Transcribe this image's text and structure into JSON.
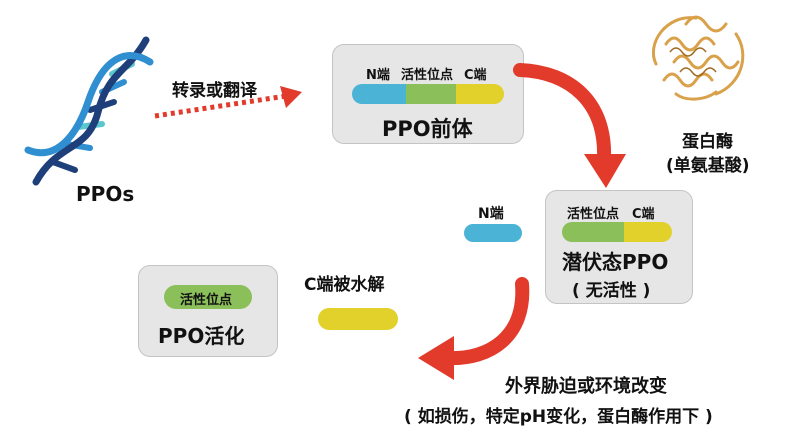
{
  "dna": {
    "label": "PPOs"
  },
  "step_transcription": {
    "label": "转录或翻译"
  },
  "precursor": {
    "n_label": "N端",
    "active_label": "活性位点",
    "c_label": "C端",
    "title": "PPO前体"
  },
  "enzyme": {
    "line1": "蛋白酶",
    "line2": "(单氨基酸)"
  },
  "latent": {
    "free_n_label": "N端",
    "active_label": "活性位点",
    "c_label": "C端",
    "title": "潜伏态PPO",
    "subtitle": "( 无活性 )"
  },
  "hydrolysis": {
    "label": "C端被水解"
  },
  "activated": {
    "active_label": "活性位点",
    "title": "PPO活化"
  },
  "stress": {
    "line1": "外界胁迫或环境改变",
    "line2": "( 如损伤，特定pH变化，蛋白酶作用下 )"
  },
  "colors": {
    "n_terminal": "#4bb3d6",
    "active_site": "#8bbf5a",
    "c_terminal": "#e2d12b",
    "arrow_red": "#e23b2b",
    "box_fill": "#e6e6e6",
    "dna_blue": "#2f8fd0",
    "dna_teal": "#5cc6cf",
    "dna_navy": "#1f3f7a",
    "protein_orange": "#d9a14a"
  }
}
